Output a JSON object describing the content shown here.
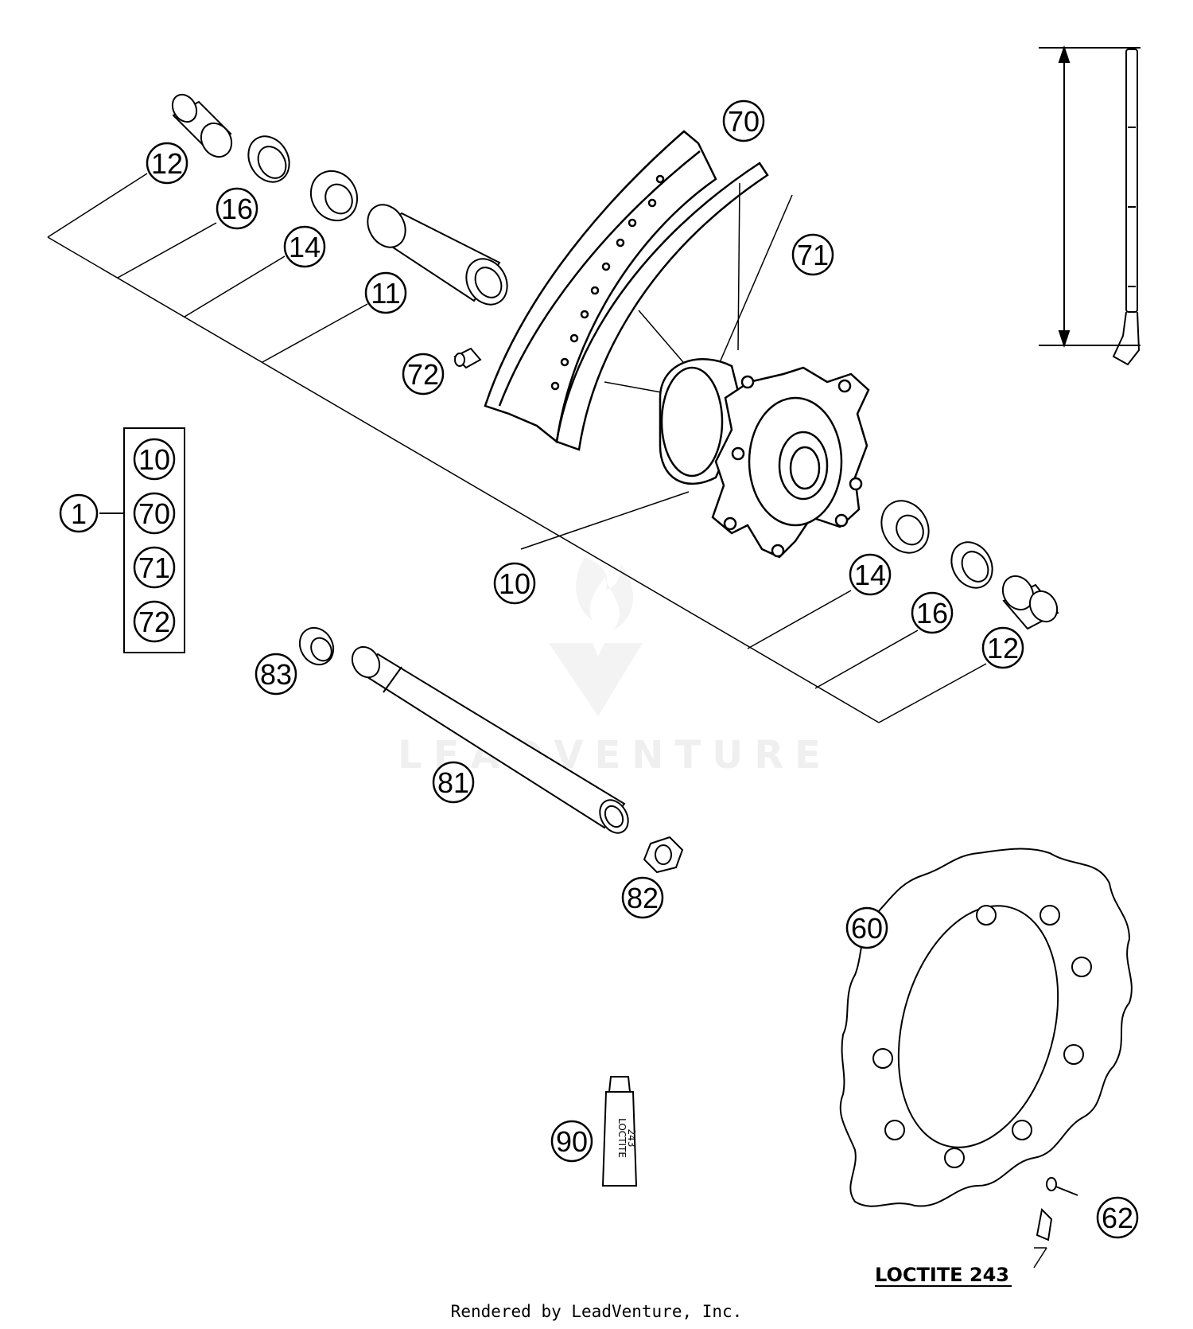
{
  "callouts": {
    "c1": "1",
    "c10_kit": "10",
    "c70_kit": "70",
    "c71_kit": "71",
    "c72_kit": "72",
    "c12_top": "12",
    "c16_top": "16",
    "c14_top": "14",
    "c11": "11",
    "c70": "70",
    "c71": "71",
    "c72": "72",
    "c10": "10",
    "c14_right": "14",
    "c16_right": "16",
    "c12_right": "12",
    "c83": "83",
    "c81": "81",
    "c82": "82",
    "c60": "60",
    "c62": "62",
    "c90": "90"
  },
  "loctite_label": "LOCTITE 243",
  "tube_label_line1": "LOCTITE",
  "tube_label_line2": "243",
  "watermark": "LEADVENTURE",
  "footer": "Rendered by LeadVenture, Inc."
}
